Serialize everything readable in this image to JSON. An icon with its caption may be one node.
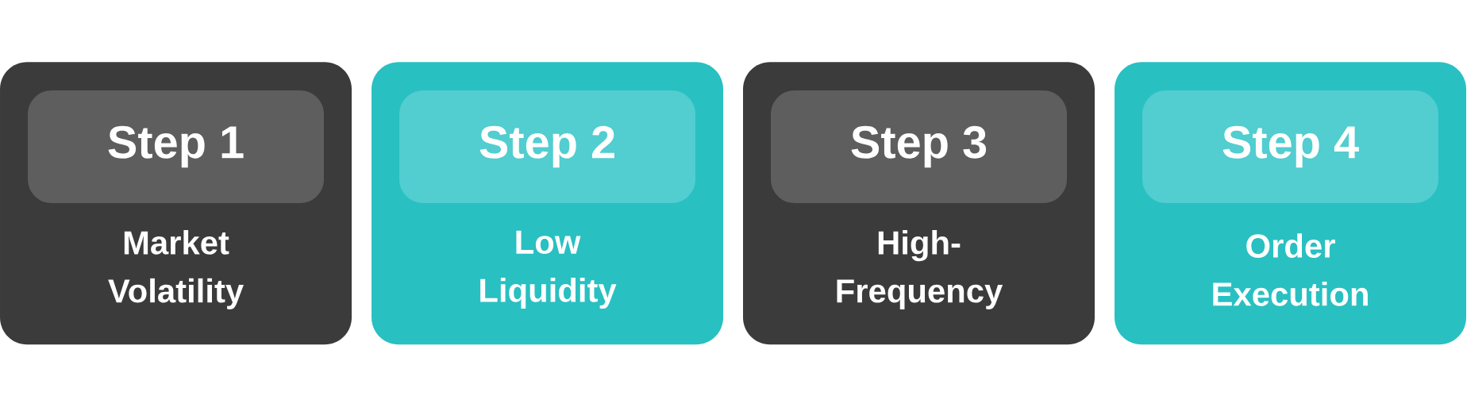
{
  "diagram": {
    "nodes": [
      {
        "text": [
          "Market Volatility"
        ]
      },
      {
        "text": [
          "Step 1"
        ],
        "in": 0
      },
      {
        "text": [
          "Low Liquidity"
        ]
      },
      {
        "text": [
          "Step 2"
        ],
        "in": 2
      },
      {
        "text": [
          "High-Frequency"
        ]
      },
      {
        "text": [
          "Step 3"
        ],
        "in": 4
      },
      {
        "text": [
          "Order Execution"
        ]
      },
      {
        "text": [
          "Step 4"
        ],
        "in": 6
      }
    ]
  }
}
